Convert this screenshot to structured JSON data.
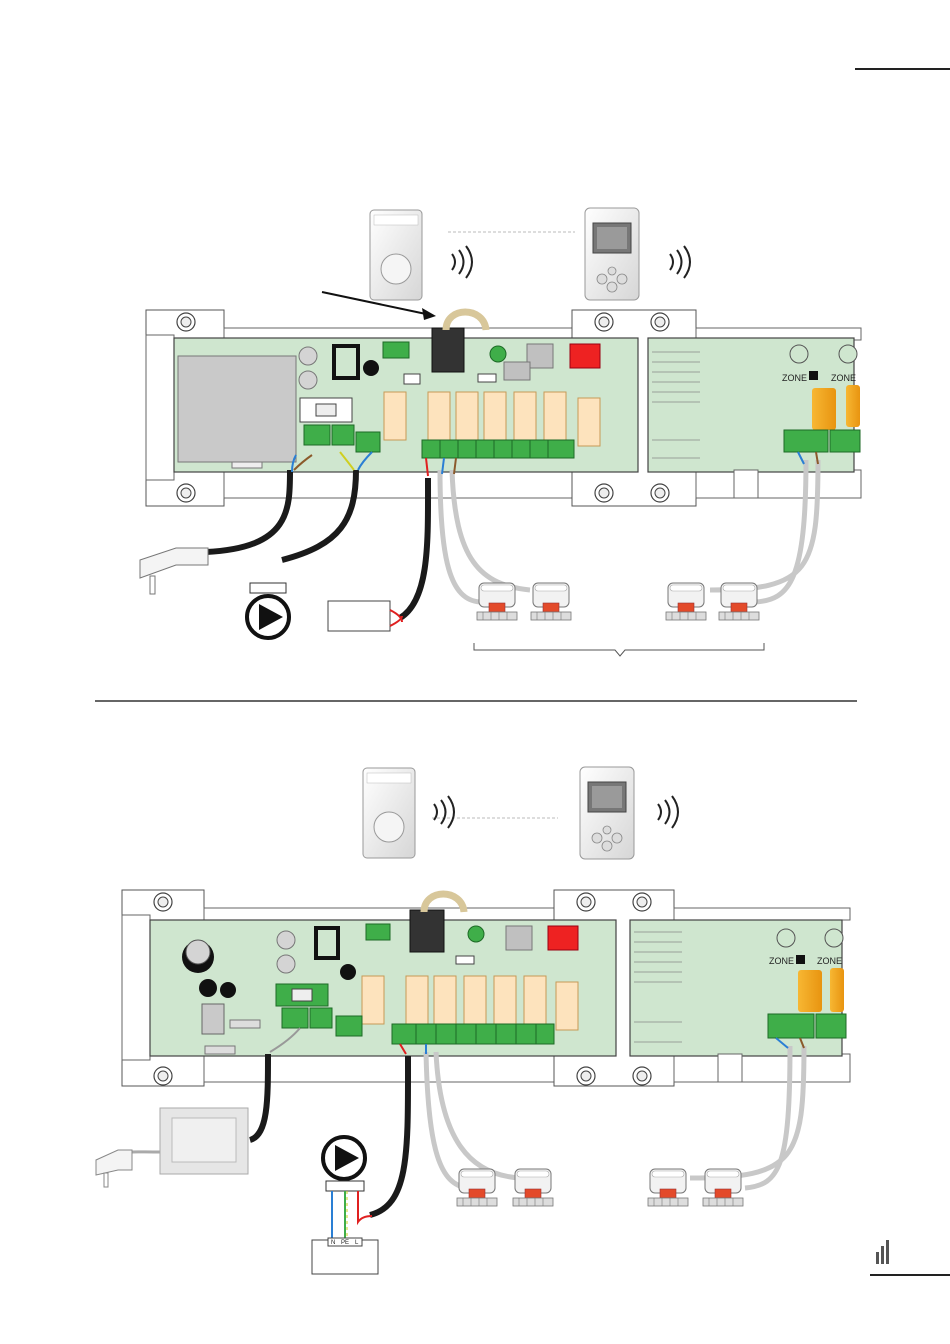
{
  "colors": {
    "pcb_green": "#cfe6cf",
    "relay_orange": "#fde3bd",
    "terminal_green": "#3fae49",
    "antenna_tan": "#d8c79a",
    "module_yellow": "#f5a81e",
    "red_button": "#ee2222",
    "cable_black": "#1a1a1a",
    "cable_grey": "#c8c8c8",
    "cable_red": "#e02020",
    "wire_blue": "#2a7fd4",
    "wire_brown": "#8b5a2b",
    "wire_yellow": "#cfcf20"
  },
  "top_diagram": {
    "zone_labels": [
      "ZONE",
      "ZONE"
    ]
  },
  "bottom_diagram": {
    "zone_labels": [
      "ZONE",
      "ZONE"
    ],
    "terminal_labels": [
      "N",
      "PE",
      "L"
    ]
  },
  "icons": {
    "corner_logo": "brand-logo-icon"
  }
}
